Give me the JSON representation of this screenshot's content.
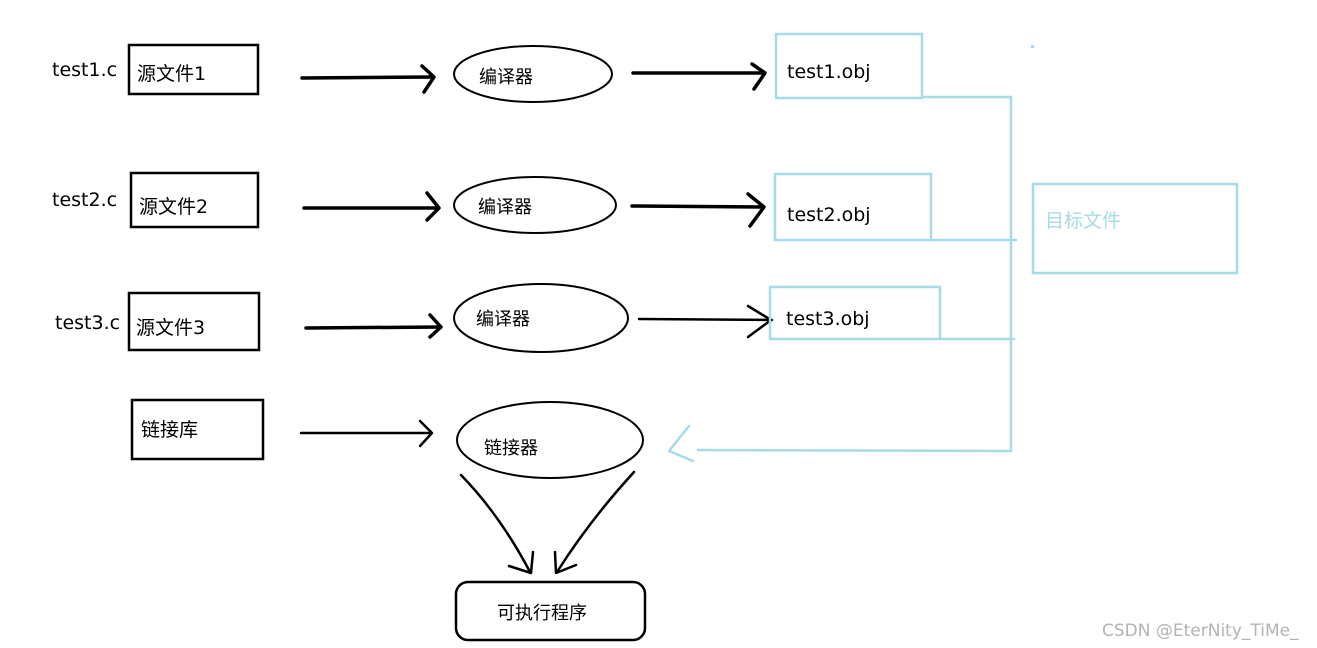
{
  "sources": [
    {
      "file": "test1.c",
      "label": "源文件1"
    },
    {
      "file": "test2.c",
      "label": "源文件2"
    },
    {
      "file": "test3.c",
      "label": "源文件3"
    }
  ],
  "compiler_label": "编译器",
  "objects": [
    "test1.obj",
    "test2.obj",
    "test3.obj"
  ],
  "target_label": "目标文件",
  "library_label": "链接库",
  "linker_label": "链接器",
  "executable_label": "可执行程序",
  "watermark": "CSDN @EterNity_TiMe_",
  "colors": {
    "ink": "#000000",
    "highlight": "#a6dbe8",
    "watermark": "#b3b3b3"
  }
}
